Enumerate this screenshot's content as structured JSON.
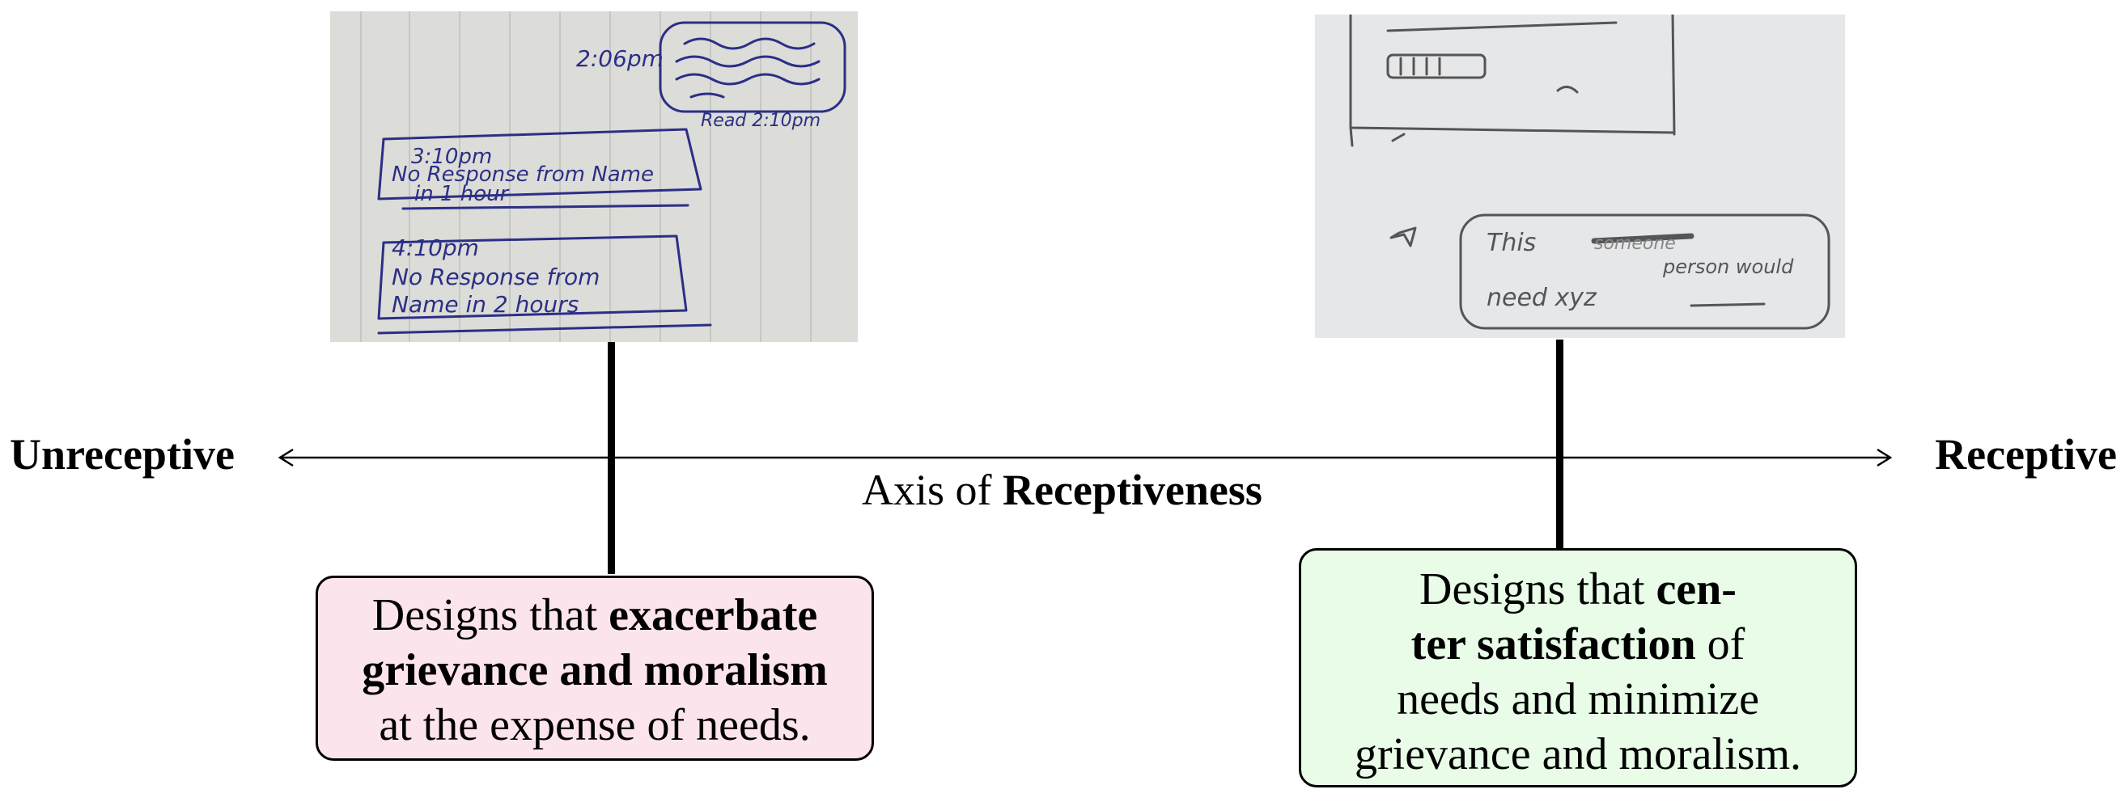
{
  "axis": {
    "left_label": "Unreceptive",
    "right_label": "Receptive",
    "title_prefix": "Axis of",
    "title_bold": "Receptiveness"
  },
  "sketch_left": {
    "time_top": "2:06pm",
    "read_label": "Read 2:10pm",
    "note1_time": "3:10pm",
    "note1_line1": "No Response from Name",
    "note1_line2": "in 1 hour",
    "note2_time": "4:10pm",
    "note2_line1": "No Response from",
    "note2_line2": "Name in 2 hours"
  },
  "sketch_right": {
    "bubble_line1": "This",
    "bubble_struck": "someone",
    "bubble_line1b": "person would",
    "bubble_line2": "need xyz"
  },
  "left_card": {
    "line1_plain": "Designs that",
    "line1_bold": "exacerbate",
    "line2_bold": "grievance and moralism",
    "line3_plain": "at the expense of needs."
  },
  "right_card": {
    "line1_plain": "Designs that",
    "line1_bold": "cen-",
    "line2_bold": "ter satisfaction",
    "line2_plain": "of",
    "line3_plain": "needs and minimize",
    "line4_plain": "grievance and moralism."
  },
  "colors": {
    "left_card_fill": "#fce4ec",
    "right_card_fill": "#e8fce8",
    "ink": "#2b2f86"
  }
}
